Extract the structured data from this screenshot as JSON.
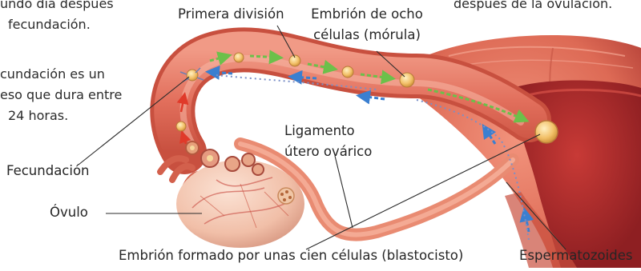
{
  "left_text": {
    "line1": "undo día después",
    "line2": "fecundación.",
    "line3": "cundación es un",
    "line4": "eso que dura entre",
    "line5": "24 horas."
  },
  "top_right_text": "después de la ovulación.",
  "labels": {
    "primera_division": "Primera división",
    "embrion_ocho_1": "Embrión de ocho",
    "embrion_ocho_2": "células (mórula)",
    "ligamento_1": "Ligamento",
    "ligamento_2": "útero ovárico",
    "fecundacion": "Fecundación",
    "ovulo": "Óvulo",
    "blastocisto": "Embrión formado por unas cien células (blastocisto)",
    "espermatozoides": "Espermatozoides"
  },
  "colors": {
    "tissue": "#e8786a",
    "tissue_dark": "#c9503f",
    "tissue_light": "#f6b6a6",
    "arrow_green": "#6cc04a",
    "arrow_blue": "#3a7fd0",
    "arrow_red": "#e03a2a",
    "embryo": "#f2c068"
  }
}
